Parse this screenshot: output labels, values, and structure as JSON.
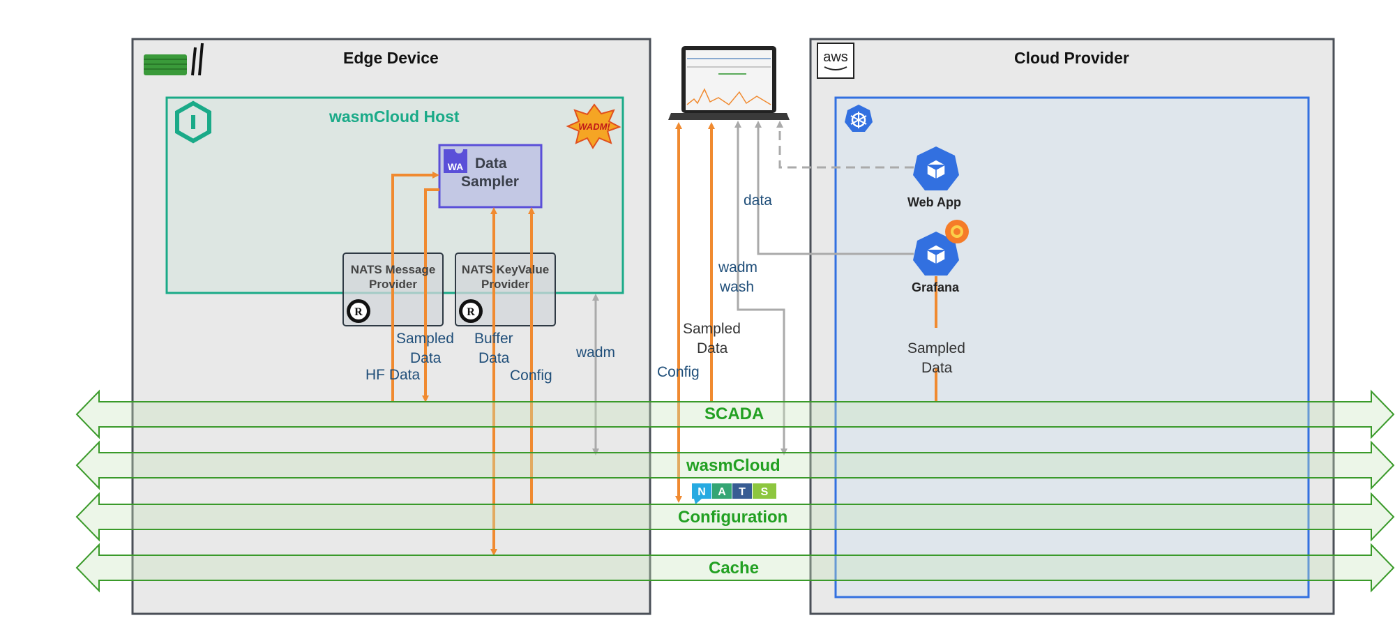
{
  "edge_device": {
    "title": "Edge Device"
  },
  "cloud_provider": {
    "title": "Cloud Provider",
    "logo_text": "aws"
  },
  "wasmcloud_host": {
    "title": "wasmCloud Host",
    "badge_text": "WADM!"
  },
  "data_sampler": {
    "line1": "Data",
    "line2": "Sampler",
    "badge": "WA"
  },
  "nats_message_provider": {
    "line1": "NATS Message",
    "line2": "Provider"
  },
  "nats_keyvalue_provider": {
    "line1": "NATS KeyValue",
    "line2": "Provider"
  },
  "web_app": {
    "label": "Web App"
  },
  "grafana": {
    "label": "Grafana"
  },
  "flow_labels": {
    "hf_data": "HF Data",
    "sampled_data_1": "Sampled",
    "sampled_data_2": "Data",
    "buffer_data_1": "Buffer",
    "buffer_data_2": "Data",
    "config_edge": "Config",
    "wadm_edge": "wadm",
    "config_laptop": "Config",
    "sampled_laptop_1": "Sampled",
    "sampled_laptop_2": "Data",
    "wadm_wash_1": "wadm",
    "wadm_wash_2": "wash",
    "data_laptop": "data",
    "sampled_cloud_1": "Sampled",
    "sampled_cloud_2": "Data"
  },
  "buses": {
    "scada": "SCADA",
    "wasmcloud": "wasmCloud",
    "nats_logo": [
      "N",
      "A",
      "T",
      "S"
    ],
    "configuration": "Configuration",
    "cache": "Cache"
  },
  "colors": {
    "orange": "#f08a30",
    "gray_arrow": "#aaaaaa",
    "bus_green": "#3a9a2a",
    "host_green": "#1aaa88",
    "sampler_purple": "#5a4fd8",
    "k8s_blue": "#3270e0"
  },
  "icons": [
    "router-icon",
    "wasmcloud-logo-icon",
    "wadm-burst-icon",
    "webassembly-icon",
    "rust-icon",
    "laptop-icon",
    "aws-logo-icon",
    "kubernetes-icon",
    "cube-icon",
    "grafana-icon",
    "nats-logo-icon"
  ]
}
